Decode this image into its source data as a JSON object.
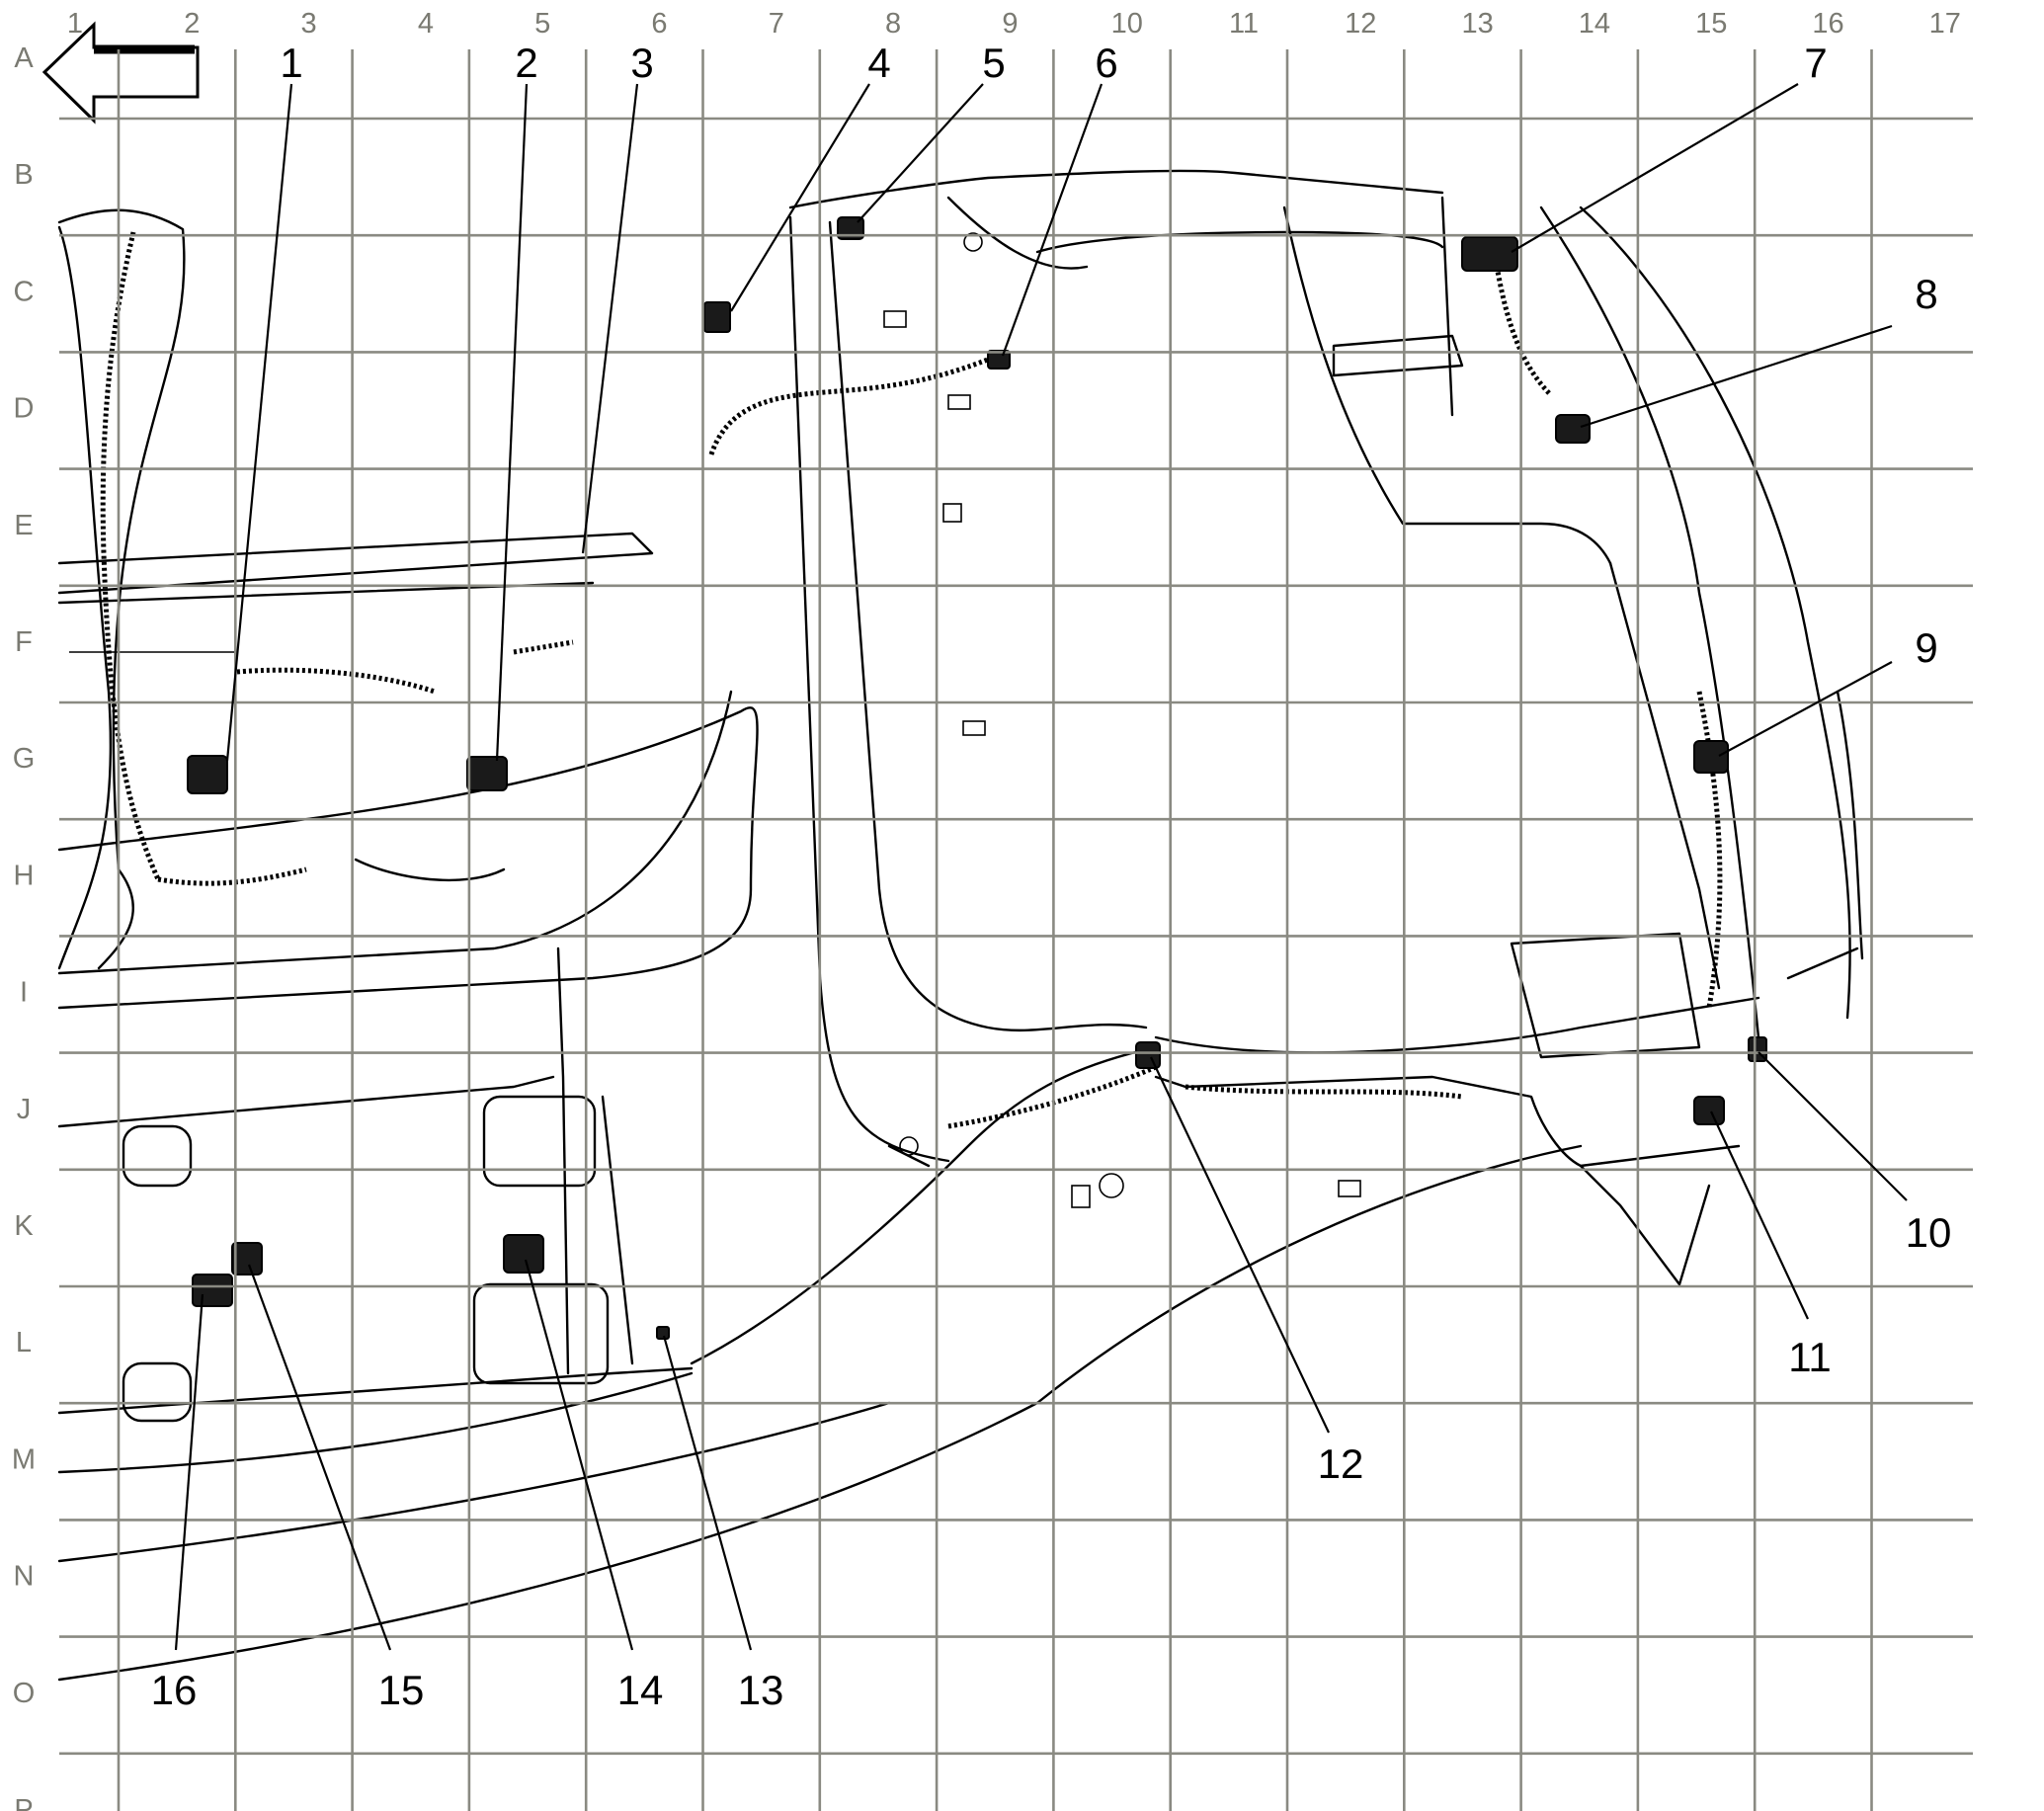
{
  "columns": [
    "1",
    "2",
    "3",
    "4",
    "5",
    "6",
    "7",
    "8",
    "9",
    "10",
    "11",
    "12",
    "13",
    "14",
    "15",
    "16",
    "17"
  ],
  "rows": [
    "A",
    "B",
    "C",
    "D",
    "E",
    "F",
    "G",
    "H",
    "I",
    "J",
    "K",
    "L",
    "M",
    "N",
    "O",
    "P"
  ],
  "callouts": [
    "1",
    "2",
    "3",
    "4",
    "5",
    "6",
    "7",
    "8",
    "9",
    "10",
    "11",
    "12",
    "13",
    "14",
    "15",
    "16"
  ],
  "orientation_icon": "left-arrow-icon"
}
